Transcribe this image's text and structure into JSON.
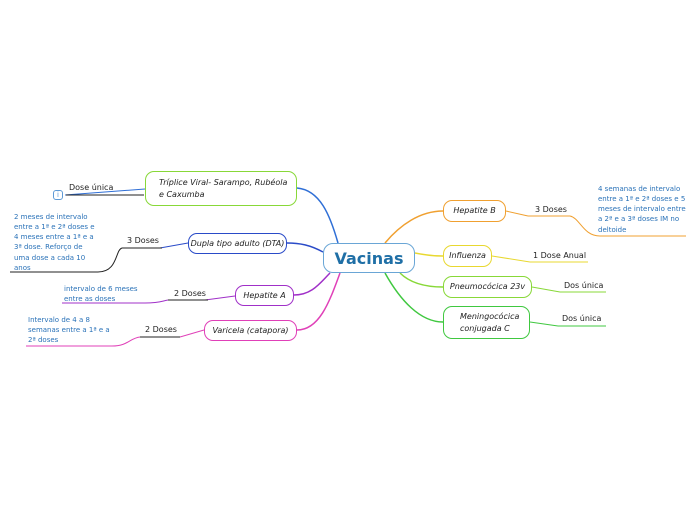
{
  "center": {
    "label": "Vacinas"
  },
  "left_branches": [
    {
      "label": "Tríplice Viral- Sarampo, Rubéola e Caxumba",
      "detail": "Dose única",
      "note_icon": "info-icon",
      "color": "#2f6fd6"
    },
    {
      "label": "Dupla tipo adulto (DTA)",
      "detail": "3 Doses",
      "note": "2 meses de intervalo entre a 1ª e 2ª doses e 4 meses entre a 1ª e a 3ª dose. Reforço de uma dose a cada 10 anos",
      "color": "#2a4bc8"
    },
    {
      "label": "Hepatite A",
      "detail": "2 Doses",
      "note": "intervalo de 6 meses entre as doses",
      "color": "#a030c8"
    },
    {
      "label": "Varicela (catapora)",
      "detail": "2 Doses",
      "note": "Intervalo de 4 a 8 semanas entre a 1ª e a 2ª doses",
      "color": "#e040b8"
    }
  ],
  "right_branches": [
    {
      "label": "Hepatite B",
      "detail": "3 Doses",
      "note": "4 semanas de intervalo entre a 1ª e 2ª doses e 5 meses de intervalo entre a 2ª e a 3ª doses IM no deltoide",
      "color": "#f0a030"
    },
    {
      "label": "Influenza",
      "detail": "1 Dose Anual",
      "color": "#e8d830"
    },
    {
      "label": "Pneumocócica 23v",
      "detail": "Dos única",
      "color": "#88d838"
    },
    {
      "label": "Meningocócica conjugada C",
      "detail": "Dos única",
      "color": "#40c840"
    }
  ],
  "colors": {
    "center_border": "#6aa6d6",
    "center_text": "#1f6fa6",
    "detail_underline": "#222222",
    "note_text": "#2a72b8"
  }
}
